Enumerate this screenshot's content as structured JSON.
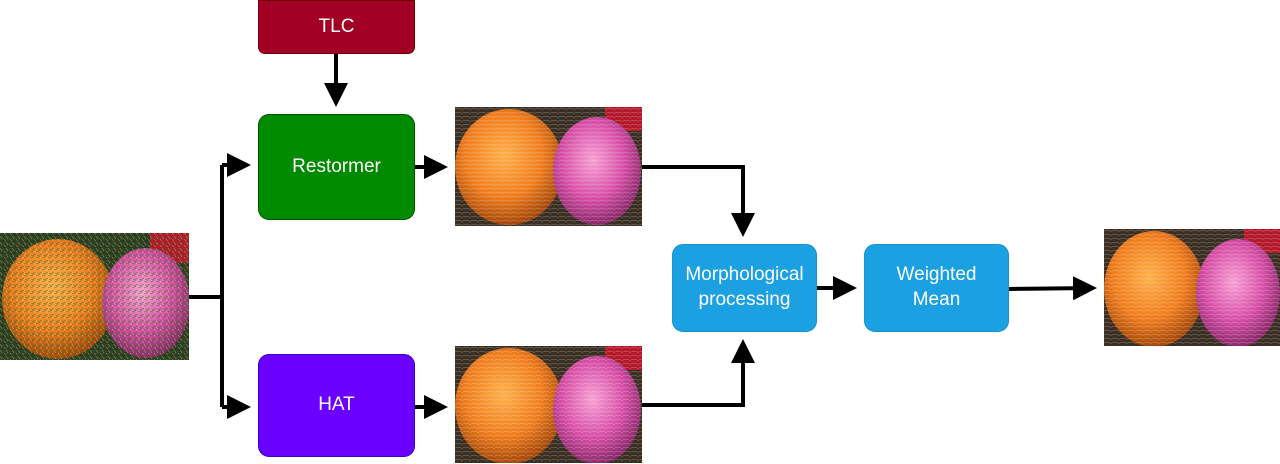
{
  "nodes": {
    "tlc": {
      "label": "TLC",
      "color": "#a20025"
    },
    "restormer": {
      "label": "Restormer",
      "color": "#008a00"
    },
    "hat": {
      "label": "HAT",
      "color": "#6a00ff"
    },
    "morphological": {
      "label": "Morphological\nprocessing",
      "color": "#1ba1e2"
    },
    "weighted_mean": {
      "label": "Weighted\nMean",
      "color": "#1ba1e2"
    }
  },
  "images": {
    "input": {
      "depicts": "noisy yarn balls",
      "colors": [
        "#e8751a",
        "#d0489a"
      ]
    },
    "restormer_output": {
      "depicts": "yarn balls",
      "colors": [
        "#f28a2a",
        "#dd56a8"
      ]
    },
    "hat_output": {
      "depicts": "yarn balls",
      "colors": [
        "#f28a2a",
        "#dd56a8"
      ]
    },
    "final_output": {
      "depicts": "yarn balls",
      "colors": [
        "#f28a2a",
        "#dd56a8"
      ]
    }
  },
  "edge_color": "#000000"
}
